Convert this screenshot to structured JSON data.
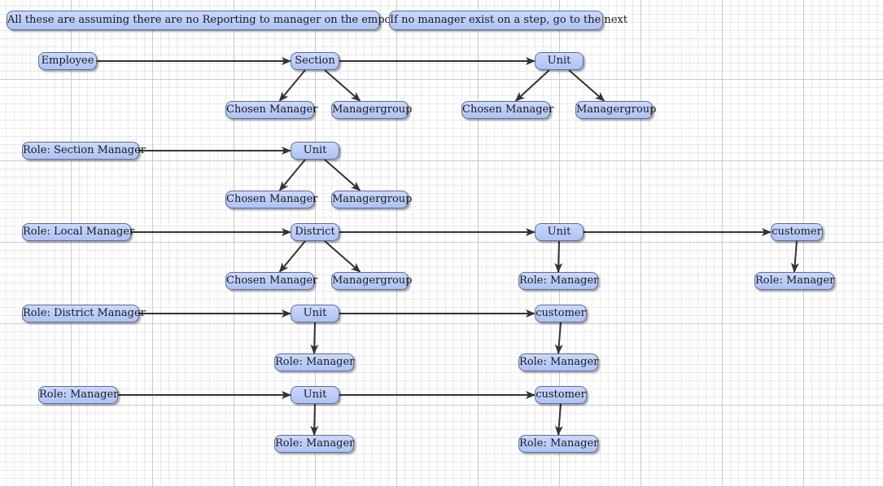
{
  "notes": [
    {
      "id": "note1",
      "text": "All these are assuming there are no Reporting to manager on the empoyeecard."
    },
    {
      "id": "note2",
      "text": "If no manager exist on a step, go to the next"
    }
  ],
  "nodes": [
    {
      "id": "r1a",
      "label": "Employee"
    },
    {
      "id": "r1b",
      "label": "Section"
    },
    {
      "id": "r1c",
      "label": "Unit"
    },
    {
      "id": "r1d",
      "label": "Chosen Manager"
    },
    {
      "id": "r1e",
      "label": "Managergroup"
    },
    {
      "id": "r1f",
      "label": "Chosen Manager"
    },
    {
      "id": "r1g",
      "label": "Managergroup"
    },
    {
      "id": "r2a",
      "label": "Role: Section Manager"
    },
    {
      "id": "r2b",
      "label": "Unit"
    },
    {
      "id": "r2c",
      "label": "Chosen Manager"
    },
    {
      "id": "r2d",
      "label": "Managergroup"
    },
    {
      "id": "r3a",
      "label": "Role: Local Manager"
    },
    {
      "id": "r3b",
      "label": "District"
    },
    {
      "id": "r3c",
      "label": "Unit"
    },
    {
      "id": "r3d",
      "label": "customer"
    },
    {
      "id": "r3e",
      "label": "Chosen Manager"
    },
    {
      "id": "r3f",
      "label": "Managergroup"
    },
    {
      "id": "r3g",
      "label": "Role: Manager"
    },
    {
      "id": "r3h",
      "label": "Role: Manager"
    },
    {
      "id": "r4a",
      "label": "Role: District Manager"
    },
    {
      "id": "r4b",
      "label": "Unit"
    },
    {
      "id": "r4c",
      "label": "customer"
    },
    {
      "id": "r4d",
      "label": "Role: Manager"
    },
    {
      "id": "r4e",
      "label": "Role: Manager"
    },
    {
      "id": "r5a",
      "label": "Role: Manager"
    },
    {
      "id": "r5b",
      "label": "Unit"
    },
    {
      "id": "r5c",
      "label": "customer"
    },
    {
      "id": "r5d",
      "label": "Role: Manager"
    },
    {
      "id": "r5e",
      "label": "Role: Manager"
    }
  ],
  "edges": [
    {
      "from": "r1a",
      "to": "r1b"
    },
    {
      "from": "r1b",
      "to": "r1c"
    },
    {
      "from": "r1b",
      "to": "r1d"
    },
    {
      "from": "r1b",
      "to": "r1e"
    },
    {
      "from": "r1c",
      "to": "r1f"
    },
    {
      "from": "r1c",
      "to": "r1g"
    },
    {
      "from": "r2a",
      "to": "r2b"
    },
    {
      "from": "r2b",
      "to": "r2c"
    },
    {
      "from": "r2b",
      "to": "r2d"
    },
    {
      "from": "r3a",
      "to": "r3b"
    },
    {
      "from": "r3b",
      "to": "r3c"
    },
    {
      "from": "r3c",
      "to": "r3d"
    },
    {
      "from": "r3b",
      "to": "r3e"
    },
    {
      "from": "r3b",
      "to": "r3f"
    },
    {
      "from": "r3c",
      "to": "r3g"
    },
    {
      "from": "r3d",
      "to": "r3h"
    },
    {
      "from": "r4a",
      "to": "r4b"
    },
    {
      "from": "r4b",
      "to": "r4c"
    },
    {
      "from": "r4b",
      "to": "r4d"
    },
    {
      "from": "r4c",
      "to": "r4e"
    },
    {
      "from": "r5a",
      "to": "r5b"
    },
    {
      "from": "r5b",
      "to": "r5c"
    },
    {
      "from": "r5b",
      "to": "r5d"
    },
    {
      "from": "r5c",
      "to": "r5e"
    }
  ],
  "colors": {
    "node_fill_top": "#cad8fb",
    "node_fill_bottom": "#adc3f6",
    "node_border": "#5d6f99",
    "edge": "#333333"
  }
}
